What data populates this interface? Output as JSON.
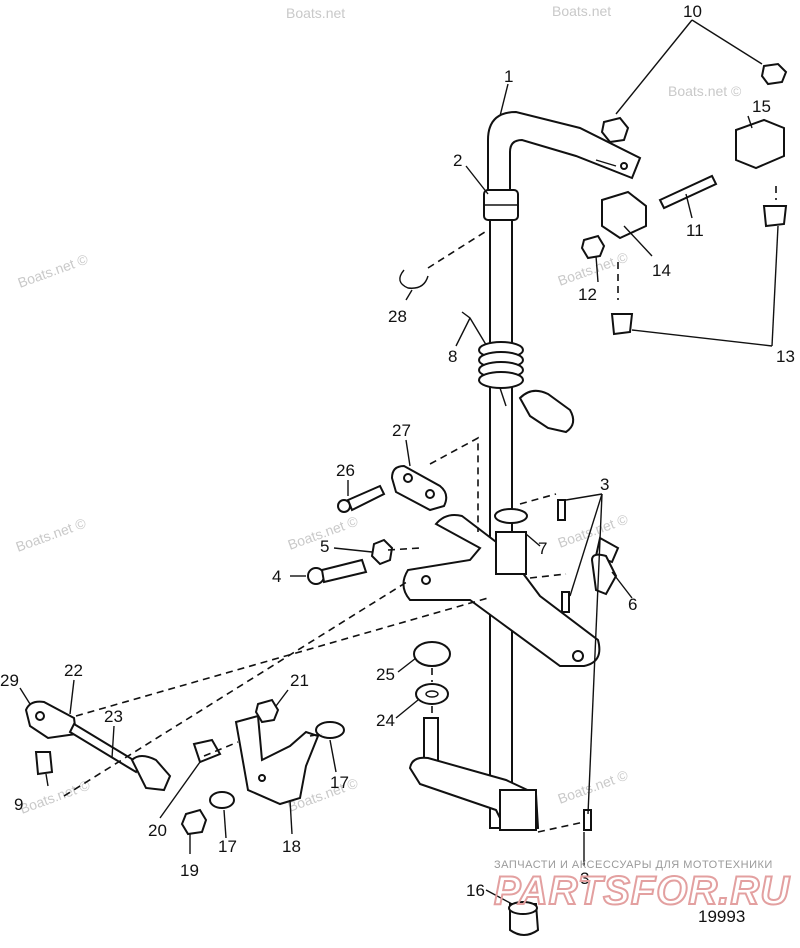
{
  "diagram_code": "19993",
  "watermark": "Boats.net ©",
  "watermark_top": "Boats.net",
  "brand": {
    "tagline": "ЗАПЧАСТИ И АКСЕССУАРЫ ДЛЯ МОТОТЕХНИКИ",
    "logo_text": "PARTSFOR.RU"
  },
  "callouts": [
    "1",
    "2",
    "3",
    "3",
    "3",
    "4",
    "5",
    "6",
    "7",
    "8",
    "9",
    "10",
    "11",
    "12",
    "13",
    "14",
    "15",
    "16",
    "17",
    "17",
    "18",
    "19",
    "20",
    "21",
    "22",
    "23",
    "24",
    "25",
    "26",
    "27",
    "28",
    "29"
  ]
}
